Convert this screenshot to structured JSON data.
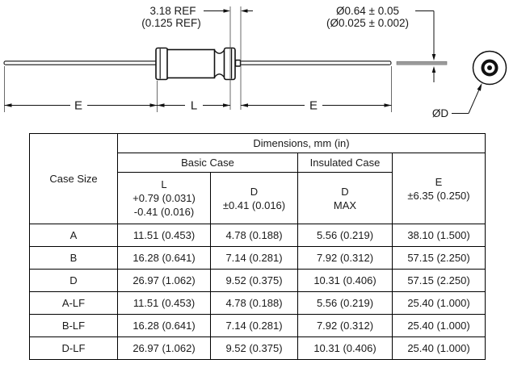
{
  "diagram": {
    "body_gap_dim": {
      "line1": "3.18 REF",
      "line2": "(0.125 REF)"
    },
    "lead_dia_dim": {
      "line1": "Ø0.64 ± 0.05",
      "line2": "(Ø0.025 ± 0.002)"
    },
    "left_span_label": "E",
    "body_span_label": "L",
    "right_span_label": "E",
    "end_view_label": "ØD"
  },
  "table": {
    "title": "Dimensions, mm (in)",
    "case_size_header": "Case Size",
    "basic_case_header": "Basic Case",
    "insulated_case_header": "Insulated Case",
    "col_l": {
      "line1": "L",
      "line2": "+0.79 (0.031)",
      "line3": "-0.41 (0.016)"
    },
    "col_d": {
      "line1": "D",
      "line2": "±0.41 (0.016)"
    },
    "col_dmax": {
      "line1": "D",
      "line2": "MAX"
    },
    "col_e": {
      "line1": "E",
      "line2": "±6.35 (0.250)"
    },
    "rows": [
      {
        "case_size": "A",
        "l": "11.51 (0.453)",
        "d": "4.78 (0.188)",
        "d_max": "5.56 (0.219)",
        "e": "38.10 (1.500)"
      },
      {
        "case_size": "B",
        "l": "16.28 (0.641)",
        "d": "7.14 (0.281)",
        "d_max": "7.92 (0.312)",
        "e": "57.15 (2.250)"
      },
      {
        "case_size": "D",
        "l": "26.97 (1.062)",
        "d": "9.52 (0.375)",
        "d_max": "10.31 (0.406)",
        "e": "57.15 (2.250)"
      },
      {
        "case_size": "A-LF",
        "l": "11.51 (0.453)",
        "d": "4.78 (0.188)",
        "d_max": "5.56 (0.219)",
        "e": "25.40 (1.000)"
      },
      {
        "case_size": "B-LF",
        "l": "16.28 (0.641)",
        "d": "7.14 (0.281)",
        "d_max": "7.92 (0.312)",
        "e": "25.40 (1.000)"
      },
      {
        "case_size": "D-LF",
        "l": "26.97 (1.062)",
        "d": "9.52 (0.375)",
        "d_max": "10.31 (0.406)",
        "e": "25.40 (1.000)"
      }
    ]
  },
  "colors": {
    "line": "#1a1a1a",
    "lead_gray": "#9c9c9c",
    "border": "#000000"
  }
}
